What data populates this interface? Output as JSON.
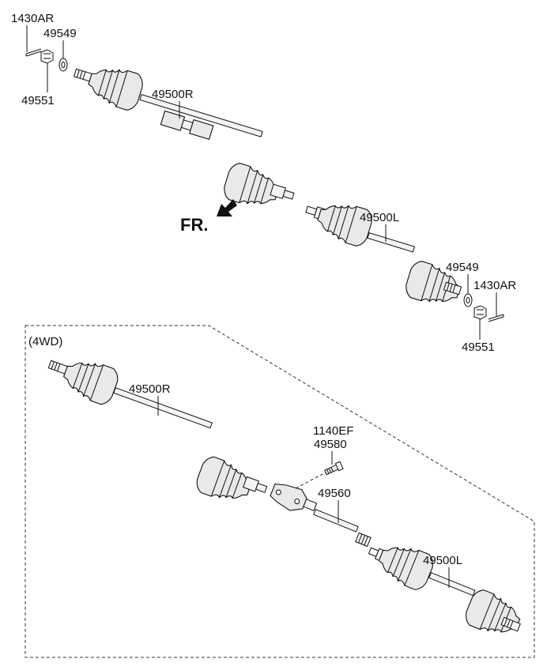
{
  "labels": {
    "top_pin": "1430AR",
    "top_washer": "49549",
    "top_nut": "49551",
    "top_shaft_right": "49500R",
    "direction": "FR.",
    "top_shaft_left": "49500L",
    "mid_washer": "49549",
    "mid_pin": "1430AR",
    "mid_nut": "49551",
    "section_4wd": "(4WD)",
    "bottom_shaft_right": "49500R",
    "bolt_code_1": "1140EF",
    "bolt_code_2": "49580",
    "intermediate_shaft": "49560",
    "bottom_shaft_left": "49500L"
  },
  "icons": {
    "direction_arrow": "arrow-down-left-icon"
  }
}
